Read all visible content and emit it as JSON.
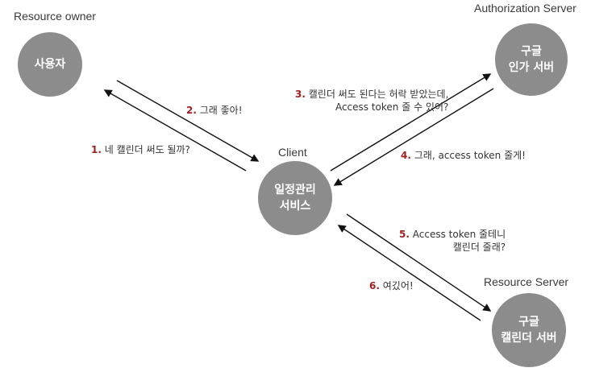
{
  "roles": {
    "resource_owner": "Resource owner",
    "authorization_server": "Authorization Server",
    "client": "Client",
    "resource_server": "Resource Server"
  },
  "nodes": {
    "user": {
      "line1": "사용자"
    },
    "auth": {
      "line1": "구글",
      "line2": "인가 서버"
    },
    "client": {
      "line1": "일정관리",
      "line2": "서비스"
    },
    "resource": {
      "line1": "구글",
      "line2": "캘린더 서버"
    }
  },
  "messages": [
    {
      "num": "1.",
      "lines": [
        "네 캘린더 써도 될까?"
      ]
    },
    {
      "num": "2.",
      "lines": [
        "그래 좋아!"
      ]
    },
    {
      "num": "3.",
      "lines": [
        "캘린더 써도 된다는 허락 받았는데,",
        "Access token 줄 수 있어?"
      ]
    },
    {
      "num": "4.",
      "lines": [
        "그래, access token 줄게!"
      ]
    },
    {
      "num": "5.",
      "lines": [
        "Access token 줄테니",
        "캘린더 줄래?"
      ]
    },
    {
      "num": "6.",
      "lines": [
        "여깄어!"
      ]
    }
  ],
  "colors": {
    "node_fill": "#8c8c8c",
    "step_number": "#a21f1f",
    "arrow": "#111111"
  }
}
